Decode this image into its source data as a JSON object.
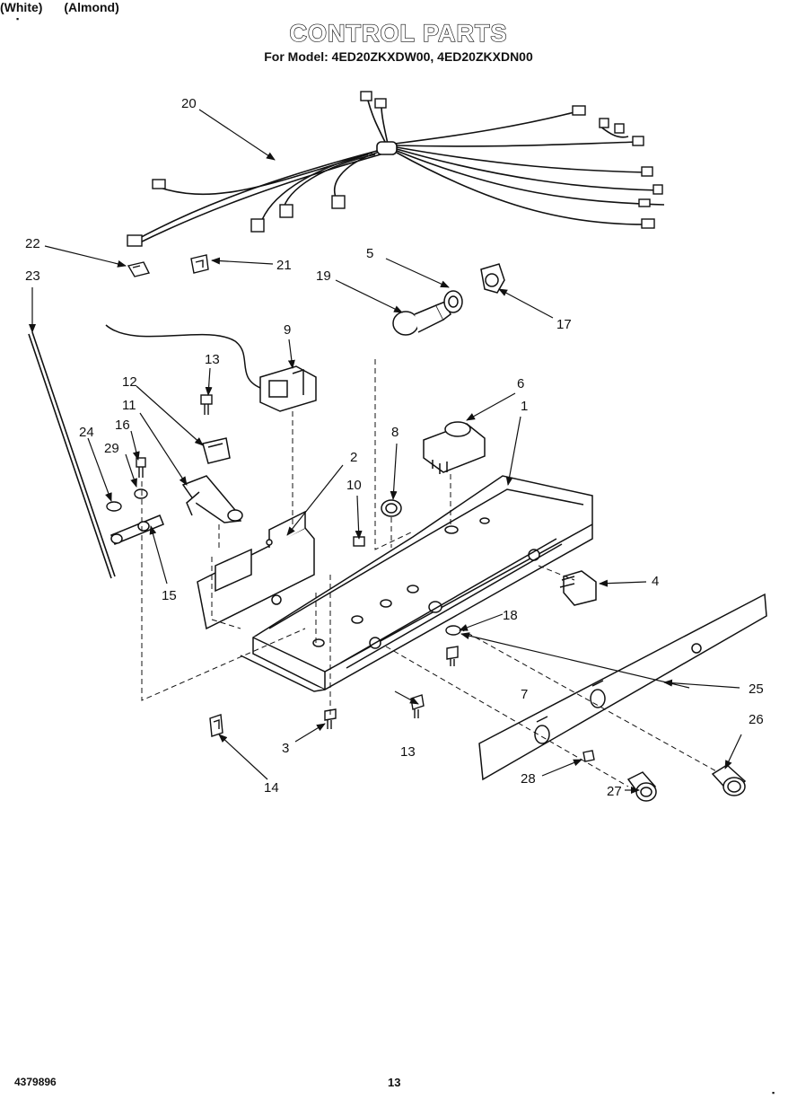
{
  "header": {
    "title": "CONTROL PARTS",
    "model_line": "For Model: 4ED20ZKXDW00, 4ED20ZKXDN00",
    "variant_white": "(White)",
    "variant_almond": "(Almond)"
  },
  "footer": {
    "part_number": "4379896",
    "page_number": "13"
  },
  "callouts": {
    "c1": "1",
    "c2": "2",
    "c3": "3",
    "c4": "4",
    "c5": "5",
    "c6": "6",
    "c7": "7",
    "c8": "8",
    "c9": "9",
    "c10": "10",
    "c11": "11",
    "c12": "12",
    "c13a": "13",
    "c13b": "13",
    "c14": "14",
    "c15": "15",
    "c16": "16",
    "c17": "17",
    "c18": "18",
    "c19": "19",
    "c20": "20",
    "c21": "21",
    "c22": "22",
    "c23": "23",
    "c24": "24",
    "c25": "25",
    "c26": "26",
    "c27": "27",
    "c28": "28",
    "c29": "29"
  }
}
